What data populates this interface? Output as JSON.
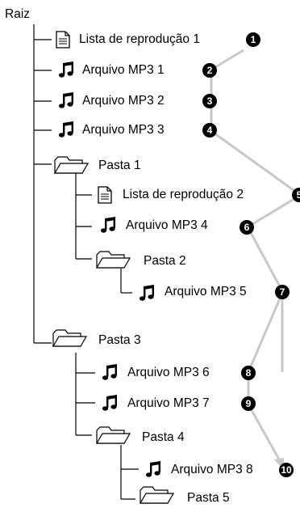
{
  "root_label": "Raiz",
  "items": [
    {
      "type": "playlist",
      "label": "Lista de reprodução 1",
      "order": "1"
    },
    {
      "type": "music",
      "label": "Arquivo MP3 1",
      "order": "2"
    },
    {
      "type": "music",
      "label": "Arquivo MP3 2",
      "order": "3"
    },
    {
      "type": "music",
      "label": "Arquivo MP3 3",
      "order": "4"
    },
    {
      "type": "folder",
      "label": "Pasta 1"
    },
    {
      "type": "playlist",
      "label": "Lista de reprodução 2",
      "order": "5"
    },
    {
      "type": "music",
      "label": "Arquivo MP3 4",
      "order": "6"
    },
    {
      "type": "folder",
      "label": "Pasta 2"
    },
    {
      "type": "music",
      "label": "Arquivo MP3 5",
      "order": "7"
    },
    {
      "type": "folder",
      "label": "Pasta 3"
    },
    {
      "type": "music",
      "label": "Arquivo MP3 6",
      "order": "8"
    },
    {
      "type": "music",
      "label": "Arquivo MP3 7",
      "order": "9"
    },
    {
      "type": "folder",
      "label": "Pasta 4"
    },
    {
      "type": "music",
      "label": "Arquivo MP3 8",
      "order": "10"
    },
    {
      "type": "folder",
      "label": "Pasta 5"
    }
  ],
  "colors": {
    "tree_line": "#000000",
    "path_line": "#c8c8c8",
    "badge": "#000000"
  }
}
